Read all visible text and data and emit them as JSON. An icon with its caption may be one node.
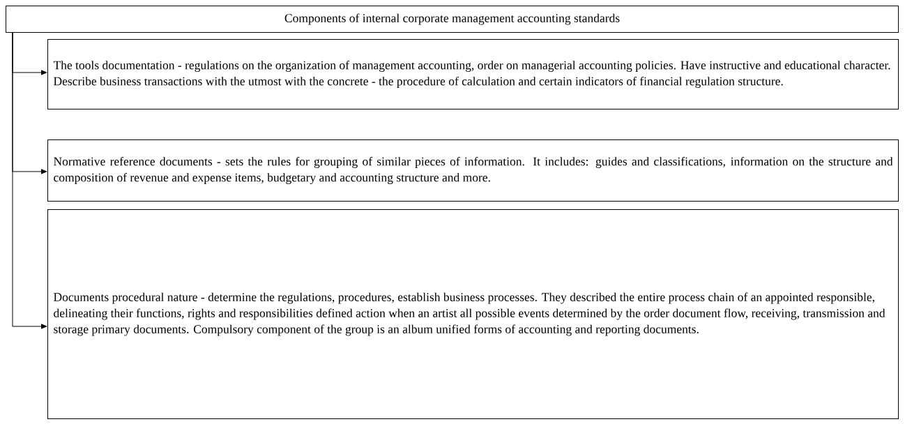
{
  "diagram": {
    "nodes": [
      {
        "text": [
          "Components of internal corporate management accounting standards"
        ]
      },
      {
        "text": [
          "The tools documentation - regulations on the organization of management accounting, order on managerial accounting policies. Have instructive and educational character. Describe business transactions with the utmost with the concrete - the procedure of calculation and certain indicators of financial regulation structure."
        ]
      },
      {
        "text": [
          "Normative reference documents - sets the rules for grouping of similar pieces of information. It includes: guides and classifications, information on the structure and composition of revenue and expense items, budgetary and accounting structure and more."
        ]
      },
      {
        "text": [
          "Documents procedural nature - determine the regulations, procedures, establish business processes. They described the entire process chain of an appointed responsible, delineating their functions, rights and responsibilities defined action when an artist all possible events determined by the order document flow, receiving, transmission and storage primary documents. Compulsory component of the group is an album unified forms of accounting and reporting documents."
        ]
      }
    ],
    "edges": [
      {
        "from": 0,
        "to": 1,
        "arrow": "to"
      },
      {
        "from": 0,
        "to": 2,
        "arrow": "to"
      },
      {
        "from": 0,
        "to": 3,
        "arrow": "to"
      }
    ]
  }
}
